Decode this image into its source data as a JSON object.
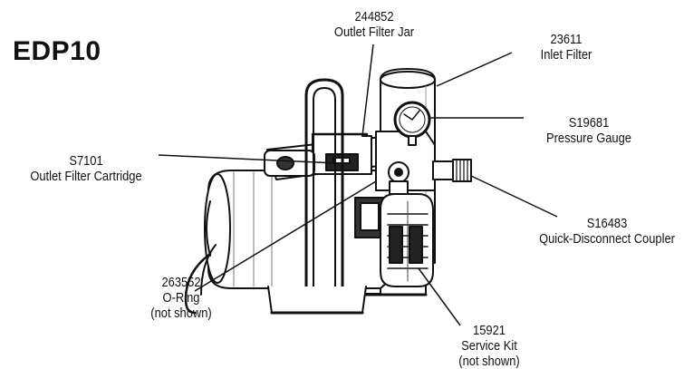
{
  "title": "EDP10",
  "callouts": {
    "outlet_filter_jar": {
      "part": "244852",
      "name": "Outlet Filter Jar"
    },
    "inlet_filter": {
      "part": "23611",
      "name": "Inlet Filter"
    },
    "pressure_gauge": {
      "part": "S19681",
      "name": "Pressure Gauge"
    },
    "outlet_filter_cartridge": {
      "part": "S7101",
      "name": "Outlet Filter Cartridge"
    },
    "quick_disconnect_coupler": {
      "part": "S16483",
      "name": "Quick-Disconnect Coupler"
    },
    "o_ring": {
      "part": "263552",
      "name": "O-Ring",
      "note": "(not shown)"
    },
    "service_kit": {
      "part": "15921",
      "name": "Service Kit",
      "note": "(not shown)"
    }
  },
  "colors": {
    "ink": "#111111",
    "paper": "#ffffff"
  }
}
